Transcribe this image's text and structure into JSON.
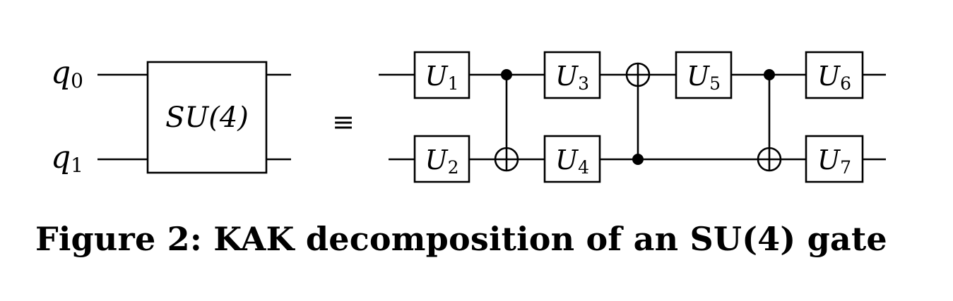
{
  "lhs": {
    "qubits": [
      {
        "base": "q",
        "sub": "0"
      },
      {
        "base": "q",
        "sub": "1"
      }
    ],
    "gate_label": "SU(4)"
  },
  "equiv_symbol": "≡",
  "rhs_gates": [
    {
      "base": "U",
      "sub": "1"
    },
    {
      "base": "U",
      "sub": "2"
    },
    {
      "base": "U",
      "sub": "3"
    },
    {
      "base": "U",
      "sub": "4"
    },
    {
      "base": "U",
      "sub": "5"
    },
    {
      "base": "U",
      "sub": "6"
    },
    {
      "base": "U",
      "sub": "7"
    }
  ],
  "caption": "Figure 2: KAK decomposition of an SU(4) gate"
}
